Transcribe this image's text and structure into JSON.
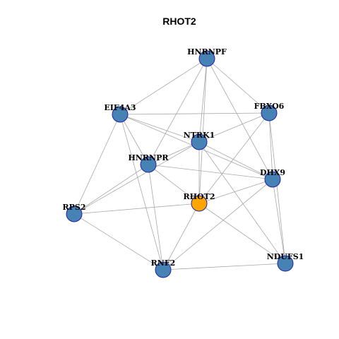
{
  "title": "RHOT2",
  "colors": {
    "default_node": "#4682b4",
    "focus_node": "#ffa500",
    "node_border": "#2222aa",
    "edge": "#a8a8a8"
  },
  "nodes": [
    {
      "id": "HNRNPF",
      "label": "HNRNPF",
      "focus": false
    },
    {
      "id": "EIF4A3",
      "label": "EIF4A3",
      "focus": false
    },
    {
      "id": "FBXO6",
      "label": "FBXO6",
      "focus": false
    },
    {
      "id": "NTRK1",
      "label": "NTRK1",
      "focus": false
    },
    {
      "id": "HNRNPR",
      "label": "HNRNPR",
      "focus": false
    },
    {
      "id": "DHX9",
      "label": "DHX9",
      "focus": false
    },
    {
      "id": "RHOT2",
      "label": "RHOT2",
      "focus": true
    },
    {
      "id": "RPS2",
      "label": "RPS2",
      "focus": false
    },
    {
      "id": "NDUFS1",
      "label": "NDUFS1",
      "focus": false
    },
    {
      "id": "RNF2",
      "label": "RNF2",
      "focus": false
    }
  ],
  "edges": [
    [
      "HNRNPF",
      "EIF4A3"
    ],
    [
      "HNRNPF",
      "FBXO6"
    ],
    [
      "HNRNPF",
      "NTRK1"
    ],
    [
      "HNRNPF",
      "HNRNPR"
    ],
    [
      "HNRNPF",
      "DHX9"
    ],
    [
      "HNRNPF",
      "RHOT2"
    ],
    [
      "EIF4A3",
      "FBXO6"
    ],
    [
      "EIF4A3",
      "NTRK1"
    ],
    [
      "EIF4A3",
      "HNRNPR"
    ],
    [
      "EIF4A3",
      "DHX9"
    ],
    [
      "EIF4A3",
      "RPS2"
    ],
    [
      "EIF4A3",
      "RNF2"
    ],
    [
      "FBXO6",
      "NTRK1"
    ],
    [
      "FBXO6",
      "DHX9"
    ],
    [
      "FBXO6",
      "RHOT2"
    ],
    [
      "FBXO6",
      "NDUFS1"
    ],
    [
      "NTRK1",
      "HNRNPR"
    ],
    [
      "NTRK1",
      "DHX9"
    ],
    [
      "NTRK1",
      "RHOT2"
    ],
    [
      "NTRK1",
      "RPS2"
    ],
    [
      "NTRK1",
      "NDUFS1"
    ],
    [
      "HNRNPR",
      "DHX9"
    ],
    [
      "HNRNPR",
      "RHOT2"
    ],
    [
      "HNRNPR",
      "RPS2"
    ],
    [
      "HNRNPR",
      "RNF2"
    ],
    [
      "DHX9",
      "RHOT2"
    ],
    [
      "DHX9",
      "RNF2"
    ],
    [
      "DHX9",
      "NDUFS1"
    ],
    [
      "RHOT2",
      "RPS2"
    ],
    [
      "RHOT2",
      "RNF2"
    ],
    [
      "RHOT2",
      "NDUFS1"
    ],
    [
      "RPS2",
      "RNF2"
    ],
    [
      "RNF2",
      "NDUFS1"
    ]
  ]
}
